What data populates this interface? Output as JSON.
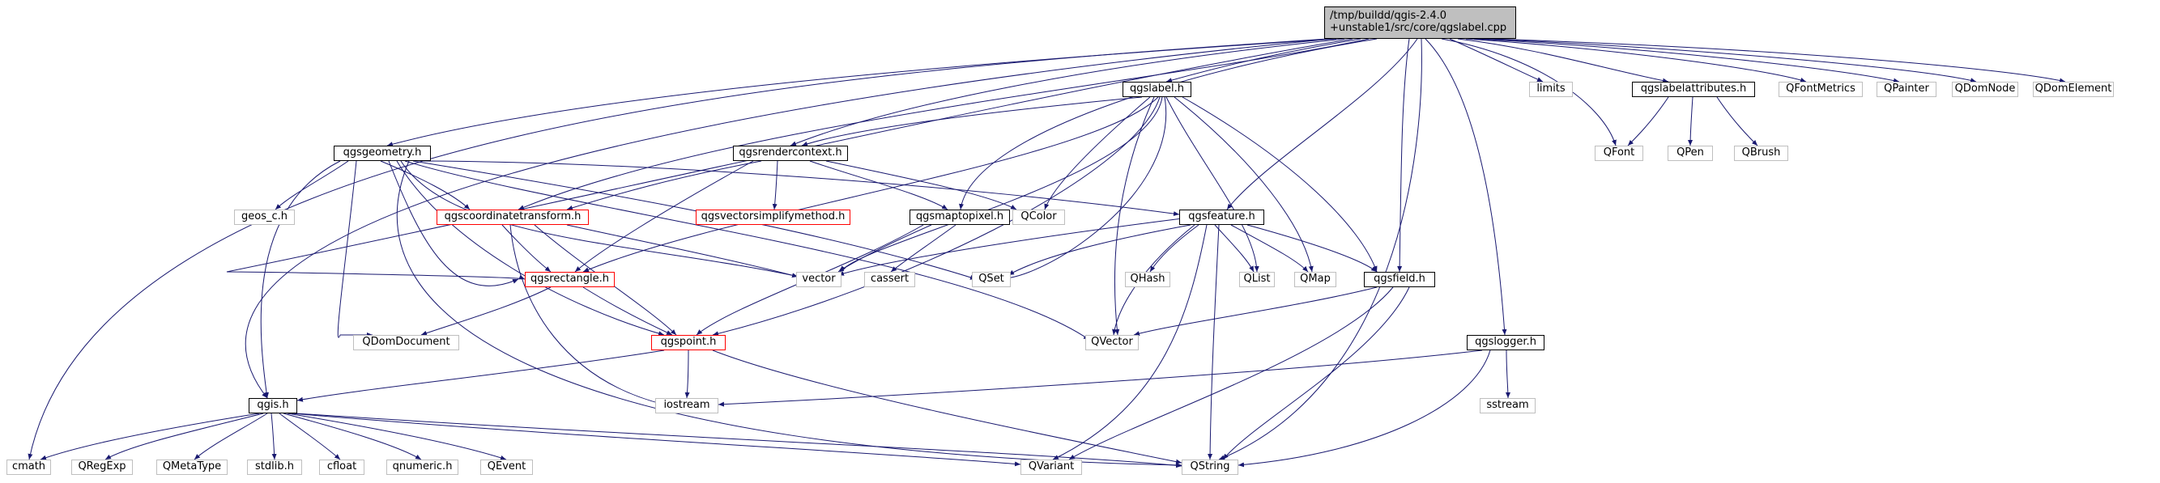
{
  "root": {
    "line1": "/tmp/buildd/qgis-2.4.0",
    "line2": "+unstable1/src/core/qgslabel.cpp"
  },
  "colors": {
    "edge": "#191970",
    "grey_border": "#bfbfbf",
    "red_border": "#ff0000",
    "root_fill": "#bfbfbf"
  },
  "nodes": {
    "cmath": "cmath",
    "qgis_h": "qgis.h",
    "qgsgeometry_h": "qgsgeometry.h",
    "qgsrendercontext_h": "qgsrendercontext.h",
    "qgslabel_h": "qgslabel.h",
    "limits": "limits",
    "qgslabelattributes_h": "qgslabelattributes.h",
    "qfontmetrics": "QFontMetrics",
    "qpainter": "QPainter",
    "qdomnode": "QDomNode",
    "qdomelement": "QDomElement",
    "qfont": "QFont",
    "qpen": "QPen",
    "qbrush": "QBrush",
    "geos_c_h": "geos_c.h",
    "qgscoordinatetransform_h": "qgscoordinatetransform.h",
    "qgsvectorsimplifymethod_h": "qgsvectorsimplifymethod.h",
    "qgsmaptopixel_h": "qgsmaptopixel.h",
    "qcolor": "QColor",
    "qgsfeature_h": "qgsfeature.h",
    "qgsrectangle_h": "qgsrectangle.h",
    "vector": "vector",
    "cassert": "cassert",
    "qset": "QSet",
    "qhash": "QHash",
    "qlist": "QList",
    "qmap": "QMap",
    "qgsfield_h": "qgsfield.h",
    "qdomdocument": "QDomDocument",
    "qgspoint_h": "qgspoint.h",
    "qvector": "QVector",
    "qgslogger_h": "qgslogger.h",
    "iostream": "iostream",
    "sstream": "sstream",
    "qregexp": "QRegExp",
    "qmetatype": "QMetaType",
    "stdlib_h": "stdlib.h",
    "cfloat": "cfloat",
    "qnumeric_h": "qnumeric.h",
    "qevent": "QEvent",
    "qvariant": "QVariant",
    "qstring": "QString"
  }
}
